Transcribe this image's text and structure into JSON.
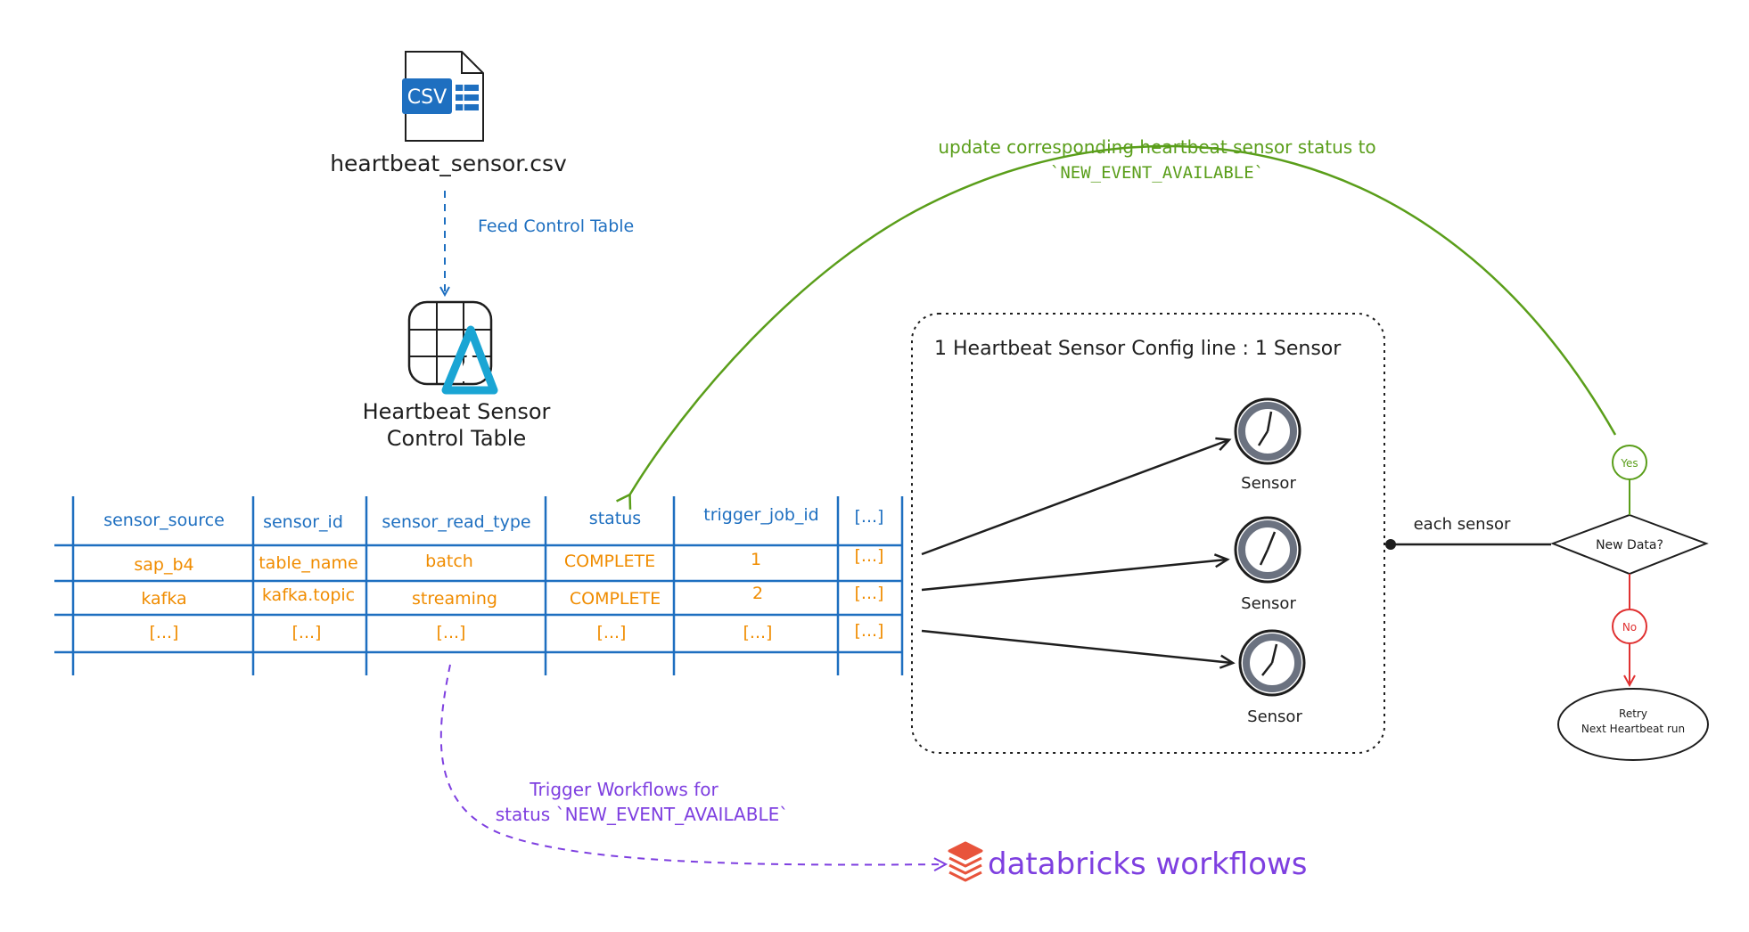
{
  "csv_file": {
    "icon_label": "CSV",
    "name": "heartbeat_sensor.csv"
  },
  "feed_edge_label": "Feed Control Table",
  "control_table": {
    "line1": "Heartbeat Sensor",
    "line2": "Control Table"
  },
  "table": {
    "headers": [
      "sensor_source",
      "sensor_id",
      "sensor_read_type",
      "status",
      "trigger_job_id",
      "[...]"
    ],
    "rows": [
      [
        "sap_b4",
        "table_name",
        "batch",
        "COMPLETE",
        "1",
        "[...]"
      ],
      [
        "kafka",
        "kafka.topic",
        "streaming",
        "COMPLETE",
        "2",
        "[...]"
      ],
      [
        "[...]",
        "[...]",
        "[...]",
        "[...]",
        "[...]",
        "[...]"
      ]
    ]
  },
  "sensor_group": {
    "title": "1 Heartbeat Sensor Config line : 1 Sensor",
    "sensors": [
      "Sensor",
      "Sensor",
      "Sensor"
    ]
  },
  "each_sensor_label": "each sensor",
  "decision": {
    "question": "New Data?",
    "yes": "Yes",
    "no": "No"
  },
  "retry": {
    "line1": "Retry",
    "line2": "Next Heartbeat run"
  },
  "update_label": {
    "line1": "update corresponding heartbeat sensor status to",
    "line2": "`NEW_EVENT_AVAILABLE`"
  },
  "trigger_label": {
    "line1": "Trigger Workflows for",
    "line2": "status `NEW_EVENT_AVAILABLE`"
  },
  "workflows_label": "databricks workflows",
  "colors": {
    "blue": "#1e6fc0",
    "orange": "#f08c00",
    "green": "#5a9e1a",
    "purple": "#7e3fe0",
    "red": "#e03131",
    "black": "#1e1e1e",
    "databricks": "#e8543c"
  }
}
